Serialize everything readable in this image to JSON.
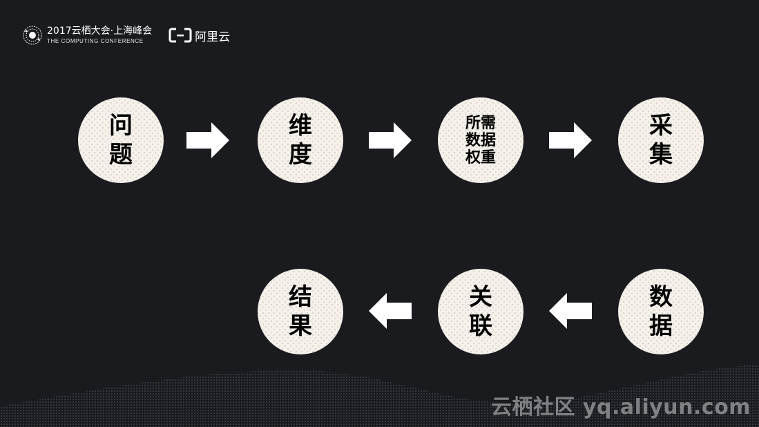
{
  "header": {
    "conference_title": "2017云栖大会·上海峰会",
    "conference_subtitle": "THE COMPUTING CONFERENCE",
    "brand_name": "阿里云"
  },
  "flow": {
    "row1": [
      "问题",
      "维度",
      "所需数据权重",
      "采集"
    ],
    "row2": [
      "结果",
      "关联",
      "数据"
    ]
  },
  "watermark": "云栖社区 yq.aliyun.com",
  "colors": {
    "background": "#191b1f",
    "circle": "#f6f2eb",
    "arrow": "#ffffff"
  }
}
